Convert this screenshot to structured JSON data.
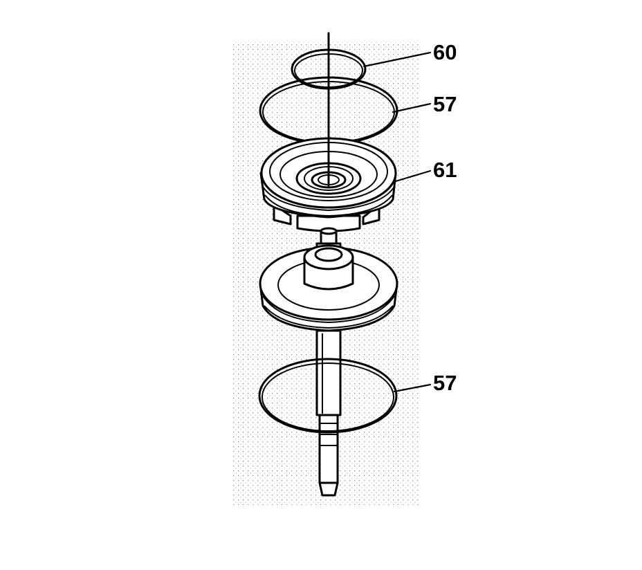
{
  "callouts": {
    "ring_top": "60",
    "ring_upper": "57",
    "grooved_disc": "61",
    "ring_lower": "57"
  }
}
